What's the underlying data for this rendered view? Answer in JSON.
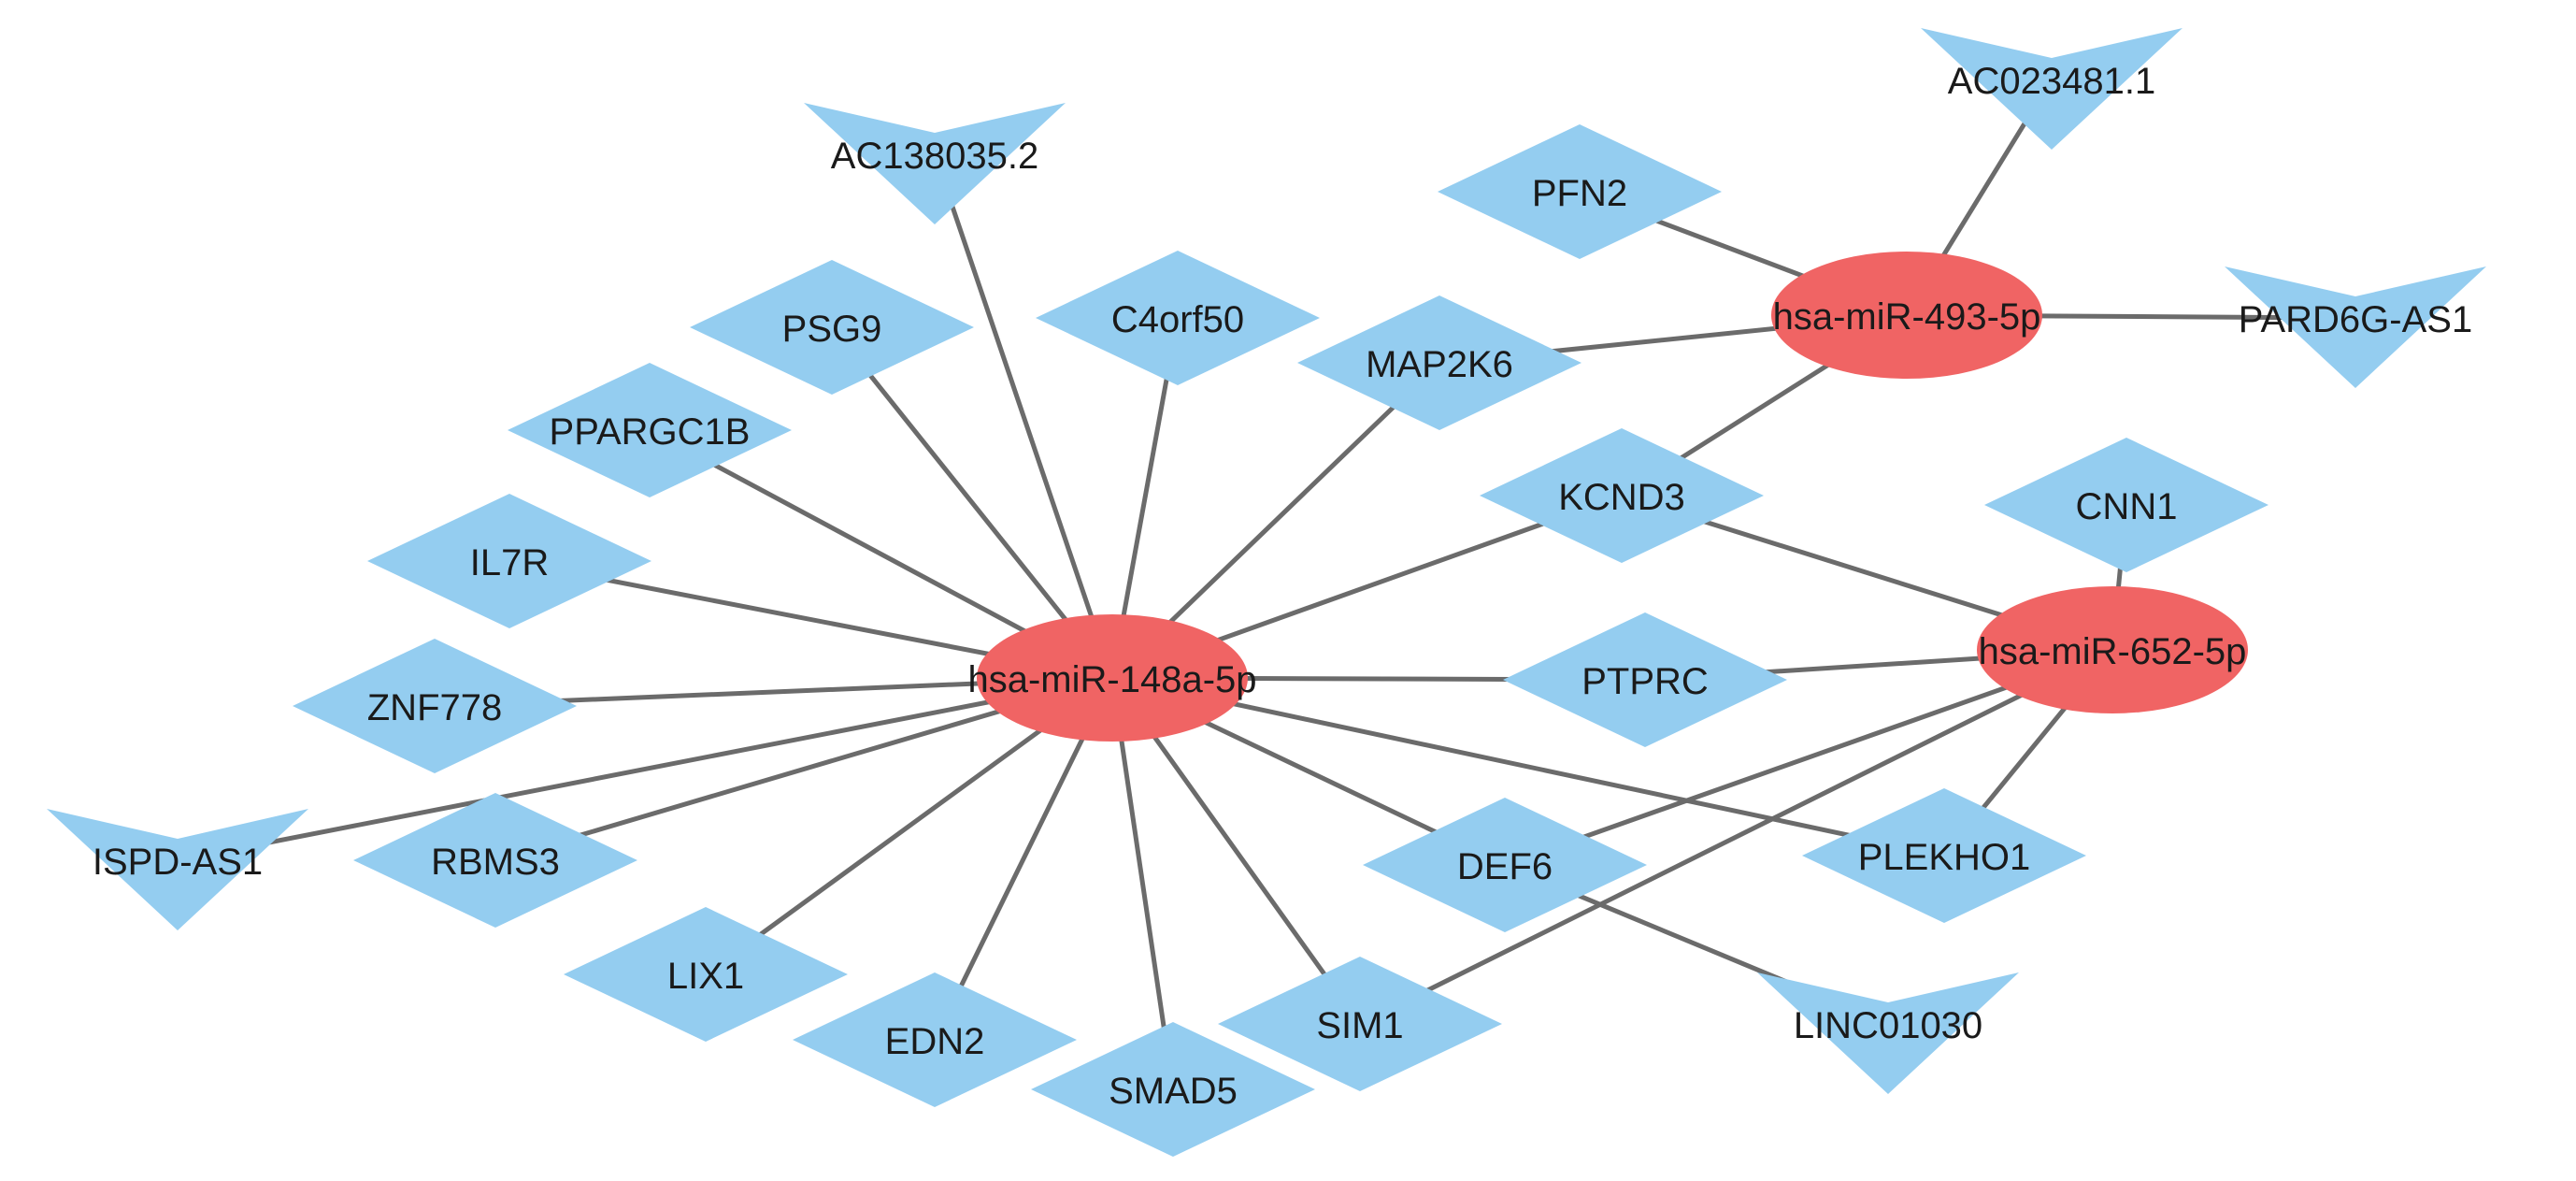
{
  "colors": {
    "mirna_node": "#f06464",
    "gene_node": "#94cdf0",
    "edge": "#6b6b6b",
    "label": "#1a1a1a",
    "background": "#ffffff"
  },
  "legend_shapes": {
    "mirna": "ellipse",
    "mrna": "diamond",
    "lncrna": "v-arrow"
  },
  "nodes": [
    {
      "id": "miR148a",
      "label": "hsa-miR-148a-5p",
      "type": "mirna"
    },
    {
      "id": "miR493",
      "label": "hsa-miR-493-5p",
      "type": "mirna"
    },
    {
      "id": "miR652",
      "label": "hsa-miR-652-5p",
      "type": "mirna"
    },
    {
      "id": "AC138035",
      "label": "AC138035.2",
      "type": "lncrna"
    },
    {
      "id": "AC023481",
      "label": "AC023481.1",
      "type": "lncrna"
    },
    {
      "id": "PARD6GAS1",
      "label": "PARD6G-AS1",
      "type": "lncrna"
    },
    {
      "id": "ISPDAS1",
      "label": "ISPD-AS1",
      "type": "lncrna"
    },
    {
      "id": "LINC01030",
      "label": "LINC01030",
      "type": "lncrna"
    },
    {
      "id": "PFN2",
      "label": "PFN2",
      "type": "mrna"
    },
    {
      "id": "PSG9",
      "label": "PSG9",
      "type": "mrna"
    },
    {
      "id": "C4orf50",
      "label": "C4orf50",
      "type": "mrna"
    },
    {
      "id": "MAP2K6",
      "label": "MAP2K6",
      "type": "mrna"
    },
    {
      "id": "PPARGC1B",
      "label": "PPARGC1B",
      "type": "mrna"
    },
    {
      "id": "KCND3",
      "label": "KCND3",
      "type": "mrna"
    },
    {
      "id": "CNN1",
      "label": "CNN1",
      "type": "mrna"
    },
    {
      "id": "IL7R",
      "label": "IL7R",
      "type": "mrna"
    },
    {
      "id": "ZNF778",
      "label": "ZNF778",
      "type": "mrna"
    },
    {
      "id": "PTPRC",
      "label": "PTPRC",
      "type": "mrna"
    },
    {
      "id": "RBMS3",
      "label": "RBMS3",
      "type": "mrna"
    },
    {
      "id": "DEF6",
      "label": "DEF6",
      "type": "mrna"
    },
    {
      "id": "PLEKHO1",
      "label": "PLEKHO1",
      "type": "mrna"
    },
    {
      "id": "LIX1",
      "label": "LIX1",
      "type": "mrna"
    },
    {
      "id": "SIM1",
      "label": "SIM1",
      "type": "mrna"
    },
    {
      "id": "EDN2",
      "label": "EDN2",
      "type": "mrna"
    },
    {
      "id": "SMAD5",
      "label": "SMAD5",
      "type": "mrna"
    }
  ],
  "edges": [
    [
      "miR148a",
      "AC138035"
    ],
    [
      "miR148a",
      "PSG9"
    ],
    [
      "miR148a",
      "C4orf50"
    ],
    [
      "miR148a",
      "MAP2K6"
    ],
    [
      "miR148a",
      "PPARGC1B"
    ],
    [
      "miR148a",
      "KCND3"
    ],
    [
      "miR148a",
      "IL7R"
    ],
    [
      "miR148a",
      "ZNF778"
    ],
    [
      "miR148a",
      "ISPDAS1"
    ],
    [
      "miR148a",
      "RBMS3"
    ],
    [
      "miR148a",
      "LIX1"
    ],
    [
      "miR148a",
      "EDN2"
    ],
    [
      "miR148a",
      "SMAD5"
    ],
    [
      "miR148a",
      "SIM1"
    ],
    [
      "miR148a",
      "DEF6"
    ],
    [
      "miR148a",
      "PTPRC"
    ],
    [
      "miR148a",
      "PLEKHO1"
    ],
    [
      "miR493",
      "AC023481"
    ],
    [
      "miR493",
      "PFN2"
    ],
    [
      "miR493",
      "PARD6GAS1"
    ],
    [
      "miR493",
      "MAP2K6"
    ],
    [
      "miR493",
      "KCND3"
    ],
    [
      "miR652",
      "CNN1"
    ],
    [
      "miR652",
      "KCND3"
    ],
    [
      "miR652",
      "PTPRC"
    ],
    [
      "miR652",
      "DEF6"
    ],
    [
      "miR652",
      "SIM1"
    ],
    [
      "miR652",
      "PLEKHO1"
    ],
    [
      "DEF6",
      "LINC01030"
    ]
  ]
}
